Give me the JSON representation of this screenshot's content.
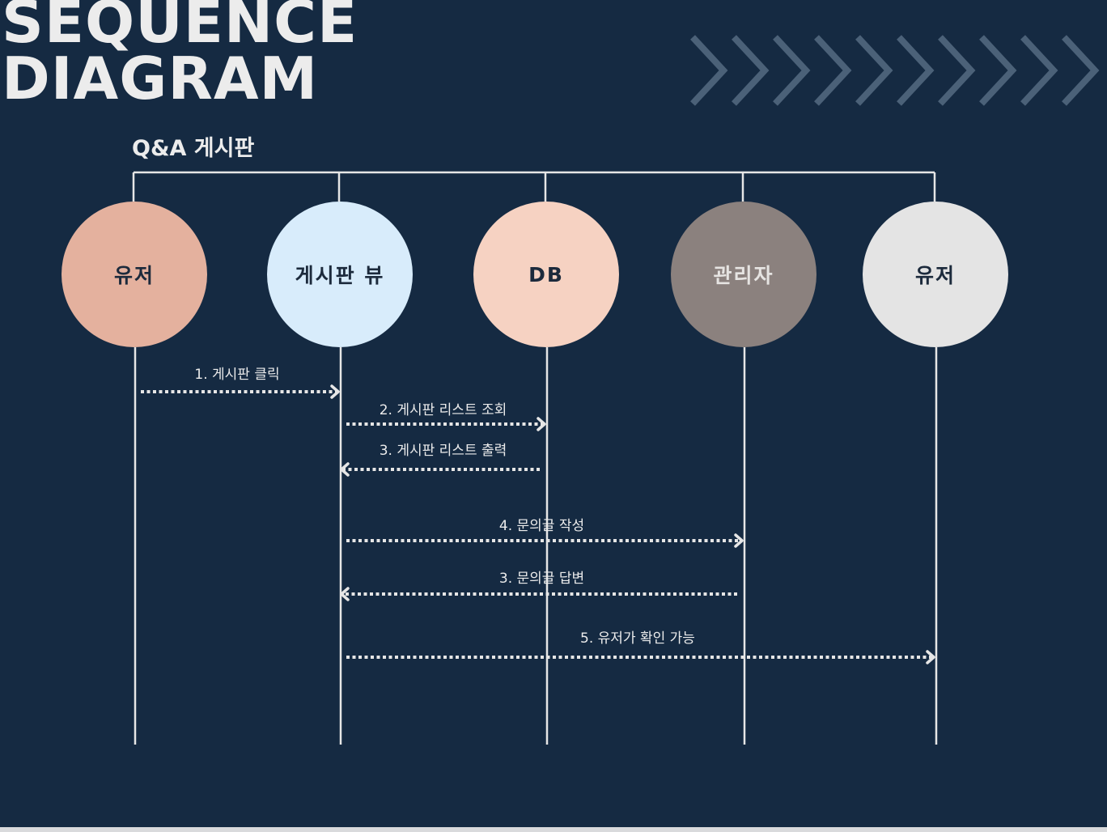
{
  "title_line1": "SEQUENCE",
  "title_line2": "DIAGRAM",
  "subtitle": "Q&A 게시판",
  "actors": [
    {
      "label": "유저",
      "color": "#e4b19e",
      "text_color": "#1c2a3c"
    },
    {
      "label": "게시판 뷰",
      "color": "#d8ecfb",
      "text_color": "#1c2a3c"
    },
    {
      "label": "DB",
      "color": "#f6d2c2",
      "text_color": "#1c2a3c"
    },
    {
      "label": "관리자",
      "color": "#8b817e",
      "text_color": "#e6e4e2"
    },
    {
      "label": "유저",
      "color": "#e4e4e4",
      "text_color": "#1c2a3c"
    }
  ],
  "messages": [
    {
      "label": "1. 게시판 클릭",
      "from": 0,
      "to": 1
    },
    {
      "label": "2. 게시판 리스트 조회",
      "from": 1,
      "to": 2
    },
    {
      "label": "3. 게시판 리스트 출력",
      "from": 2,
      "to": 1
    },
    {
      "label": "4. 문의글 작성",
      "from": 1,
      "to": 3
    },
    {
      "label": "3.  문의글 답변",
      "from": 3,
      "to": 1
    },
    {
      "label": "5. 유저가 확인 가능",
      "from": 1,
      "to": 4
    }
  ],
  "colors": {
    "background": "#152a42",
    "line": "#e6e6e6",
    "chevron": "#4b6178"
  }
}
